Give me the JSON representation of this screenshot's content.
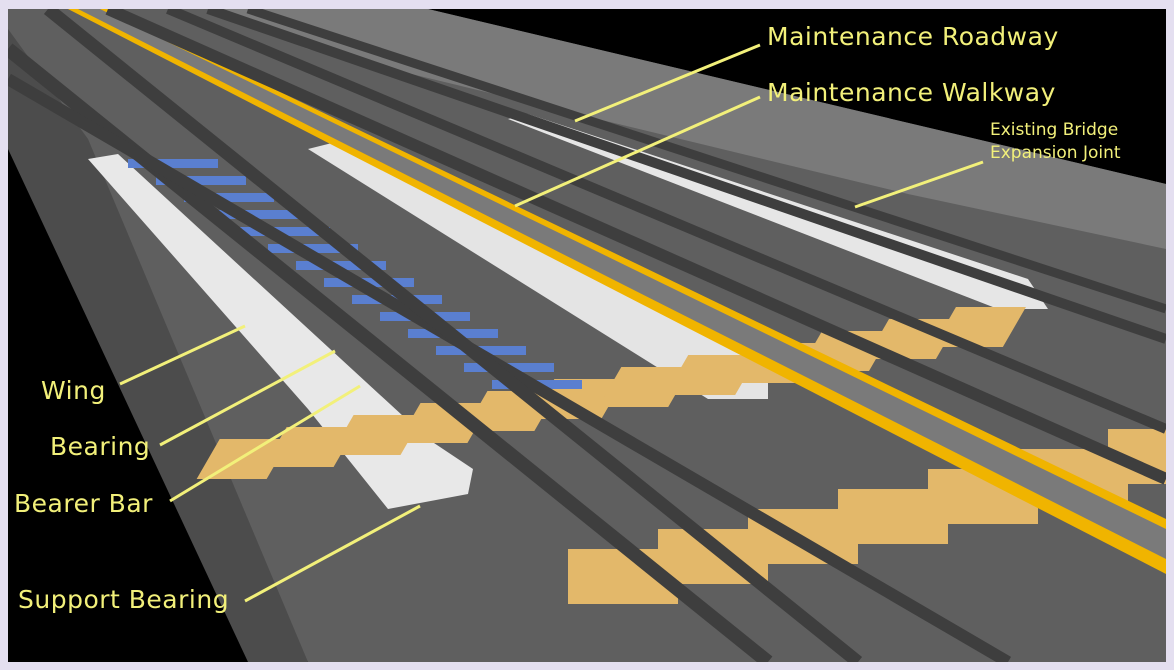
{
  "labels": {
    "maintenance_roadway": "Maintenance Roadway",
    "maintenance_walkway": "Maintenance Walkway",
    "expansion_joint_line1": "Existing Bridge",
    "expansion_joint_line2": "Expansion Joint",
    "wing": "Wing",
    "bearing": "Bearing",
    "bearer_bar": "Bearer Bar",
    "support_bearing": "Support Bearing"
  },
  "colors": {
    "label": "#f2f07a",
    "frame": "#e4dff0",
    "walkway_stripe": "#f0b400",
    "sleeper": "#e3b86a",
    "bearer": "#5a7fd0",
    "rail": "#4a4a4a",
    "concrete": "#6e6e6e"
  }
}
